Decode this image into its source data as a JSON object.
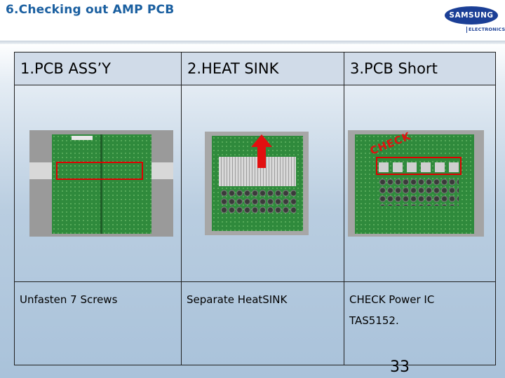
{
  "header": {
    "title": "6.Checking out AMP PCB",
    "logo_text": "SAMSUNG",
    "logo_sub": "ELECTRONICS"
  },
  "table": {
    "columns": [
      {
        "heading": "1.PCB ASS’Y",
        "caption_lines": [
          "Unfasten 7 Screws"
        ]
      },
      {
        "heading": "2.HEAT SINK",
        "caption_lines": [
          "Separate HeatSINK"
        ]
      },
      {
        "heading": "3.PCB Short",
        "caption_lines": [
          "CHECK Power IC",
          "TAS5152."
        ]
      }
    ]
  },
  "photo3_annotation": "CHECK",
  "page_number": "33",
  "colors": {
    "title": "#1a5fa0",
    "header_cell": "#d0dbe8",
    "highlight": "#e00000",
    "pcb": "#2f8a3c"
  }
}
